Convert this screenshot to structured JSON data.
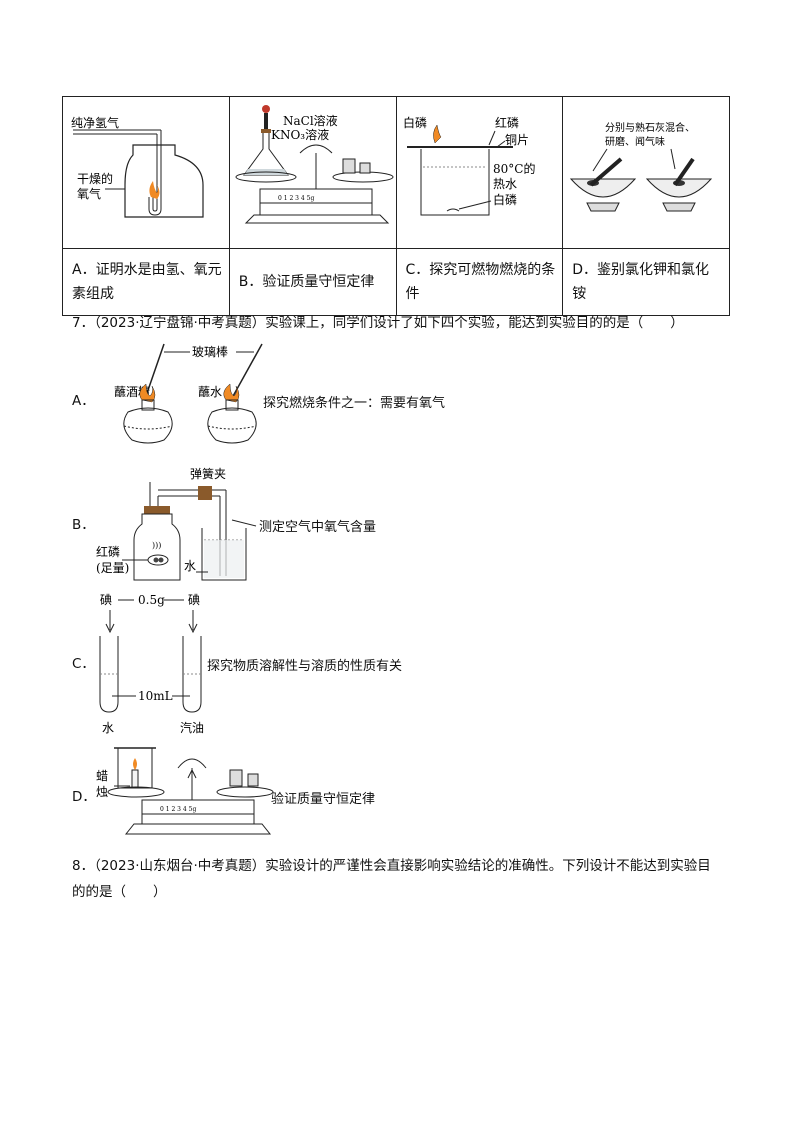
{
  "q6_table": {
    "images": {
      "a": {
        "label_top": "纯净氢气",
        "label_side_1": "干燥的",
        "label_side_2": "氧气"
      },
      "b": {
        "label_nacl": "NaCl溶液",
        "label_kno3": "KNO₃溶液"
      },
      "c": {
        "label_white": "白磷",
        "label_red": "红磷",
        "label_copper": "铜片",
        "label_hot": "80°C的",
        "label_hot2": "热水",
        "label_white2": "白磷"
      },
      "d": {
        "label_1": "分别与熟石灰混合、",
        "label_2": "研磨、闻气味"
      }
    },
    "options": [
      "A．证明水是由氢、氧元素组成",
      "B．验证质量守恒定律",
      "C．探究可燃物燃烧的条件",
      "D．鉴别氯化钾和氯化铵"
    ]
  },
  "q7": {
    "stem": "7．（2023·辽宁盘锦·中考真题）实验课上，同学们设计了如下四个实验，能达到实验目的的是（　　）",
    "A": {
      "letter": "A．",
      "label_rod": "玻璃棒",
      "label_left": "蘸酒精",
      "label_right": "蘸水",
      "caption": "探究燃烧条件之一：需要有氧气"
    },
    "B": {
      "letter": "B．",
      "label_clip": "弹簧夹",
      "label_p1": "红磷",
      "label_p2": "(足量)",
      "label_water": "水",
      "caption": "测定空气中氧气含量"
    },
    "C": {
      "letter": "C．",
      "label_i1": "碘",
      "label_mass": "0.5g",
      "label_i2": "碘",
      "label_vol": "10mL",
      "label_water": "水",
      "label_oil": "汽油",
      "caption": "探究物质溶解性与溶质的性质有关"
    },
    "D": {
      "letter": "D．",
      "label_c1": "蜡",
      "label_c2": "烛",
      "caption": "验证质量守恒定律"
    }
  },
  "q8": {
    "stem_1": "8．（2023·山东烟台·中考真题）实验设计的严谨性会直接影响实验结论的准确性。下列设计不能达到实验目",
    "stem_2": "的的是（　　）"
  }
}
